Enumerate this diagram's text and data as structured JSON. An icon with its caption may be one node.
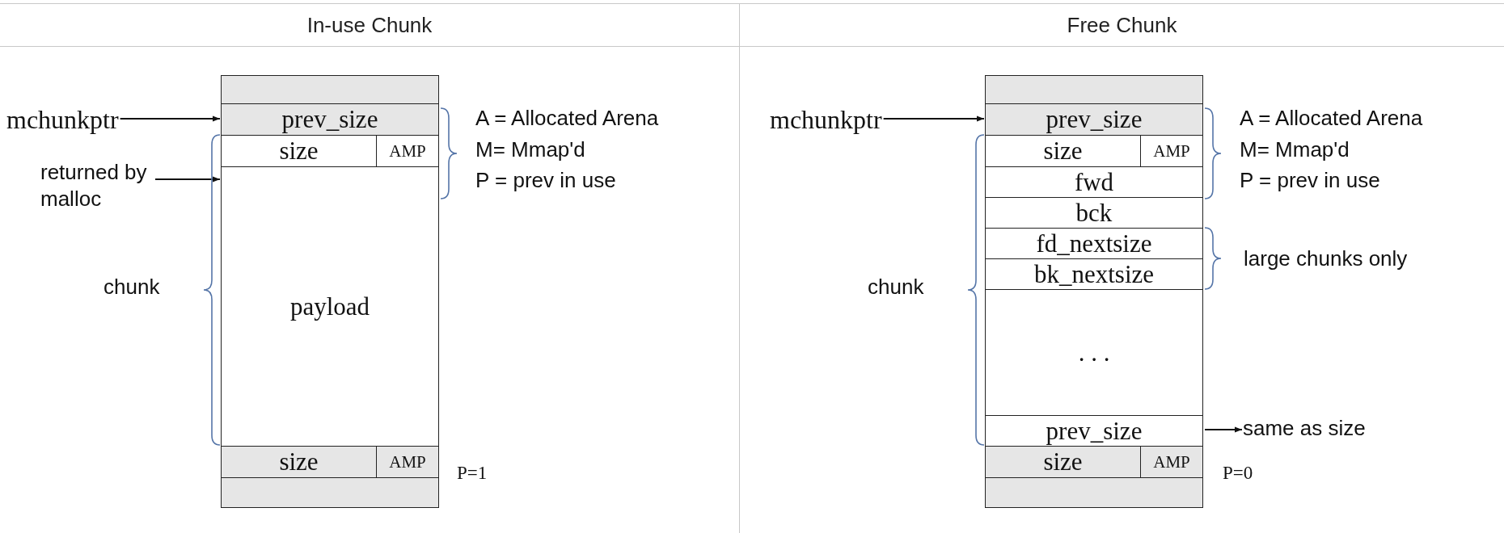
{
  "diagram": {
    "nodes": [
      {
        "text": [
          "In-use Chunk"
        ]
      },
      {
        "text": [],
        "shape": "box",
        "in": 0
      },
      {
        "text": [
          "prev_size"
        ],
        "in": 0
      },
      {
        "text": [
          "size"
        ],
        "in": 0
      },
      {
        "text": [
          "AMP"
        ],
        "in": 0
      },
      {
        "text": [
          "payload"
        ],
        "in": 0
      },
      {
        "text": [
          "size"
        ],
        "in": 0
      },
      {
        "text": [
          "AMP"
        ],
        "in": 0
      },
      {
        "text": [],
        "shape": "box",
        "in": 0
      },
      {
        "text": [
          "mchunkptr"
        ],
        "in": 0
      },
      {
        "text": [
          "returned by malloc"
        ],
        "in": 0
      },
      {
        "text": [
          "Free Chunk"
        ]
      },
      {
        "text": [],
        "shape": "box",
        "in": 11
      },
      {
        "text": [
          "prev_size"
        ],
        "in": 11
      },
      {
        "text": [
          "size"
        ],
        "in": 11
      },
      {
        "text": [
          "AMP"
        ],
        "in": 11
      },
      {
        "text": [
          "fwd"
        ],
        "in": 11
      },
      {
        "text": [
          "bck"
        ],
        "in": 11
      },
      {
        "text": [
          "fd_nextsize"
        ],
        "in": 11
      },
      {
        "text": [
          "bk_nextsize"
        ],
        "in": 11
      },
      {
        "text": [
          ". . ."
        ],
        "in": 11
      },
      {
        "text": [
          "prev_size"
        ],
        "in": 11
      },
      {
        "text": [
          "size"
        ],
        "in": 11
      },
      {
        "text": [
          "AMP"
        ],
        "in": 11
      },
      {
        "text": [],
        "shape": "box",
        "in": 11
      },
      {
        "text": [
          "mchunkptr"
        ],
        "in": 11
      },
      {
        "text": [
          "same as size"
        ],
        "in": 11
      }
    ],
    "edges": [
      {
        "from": 9,
        "to": 2,
        "arrow": "to"
      },
      {
        "from": 10,
        "to": 5,
        "arrow": "to"
      },
      {
        "from": 25,
        "to": 13,
        "arrow": "to"
      },
      {
        "from": 21,
        "to": 26,
        "arrow": "to"
      }
    ],
    "labels": [
      "chunk",
      "A = Allocated Arena",
      "M= Mmap'd",
      "P = prev in use",
      "P=1",
      "chunk",
      "A = Allocated Arena",
      "M= Mmap'd",
      "P = prev in use",
      "large chunks only",
      "P=0"
    ]
  }
}
